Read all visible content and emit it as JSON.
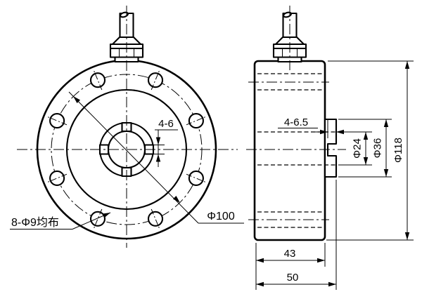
{
  "drawing": {
    "title": "load-cell engineering drawing",
    "background_color": "#ffffff",
    "line_color": "#000000",
    "front_view": {
      "slot_dim_label": "4-6",
      "bolt_holes_label": "8-Φ9均布",
      "bolt_circle_label": "Φ100"
    },
    "side_view": {
      "face_holes_label": "4-6.5",
      "bore_dia_label": "Φ24",
      "hub_dia_label": "Φ36",
      "outer_dia_label": "Φ118",
      "body_thickness_label": "43",
      "overall_thickness_label": "50"
    }
  }
}
